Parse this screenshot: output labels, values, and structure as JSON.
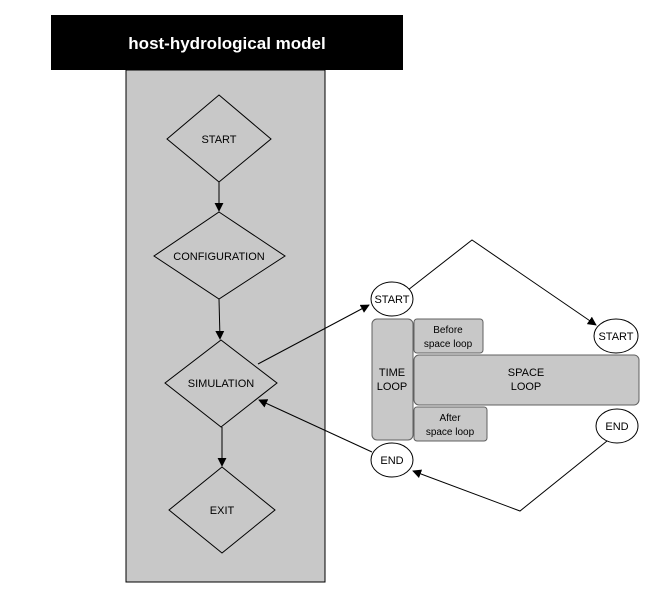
{
  "title": "host-hydrological model",
  "flow": {
    "start": "START",
    "configuration": "CONFIGURATION",
    "simulation": "SIMULATION",
    "exit": "EXIT"
  },
  "time_loop": {
    "start": "START",
    "end": "END",
    "label_line1": "TIME",
    "label_line2": "LOOP",
    "before_line1": "Before",
    "before_line2": "space loop",
    "after_line1": "After",
    "after_line2": "space loop"
  },
  "space_loop": {
    "label_line1": "SPACE",
    "label_line2": "LOOP",
    "start": "START",
    "end": "END"
  }
}
